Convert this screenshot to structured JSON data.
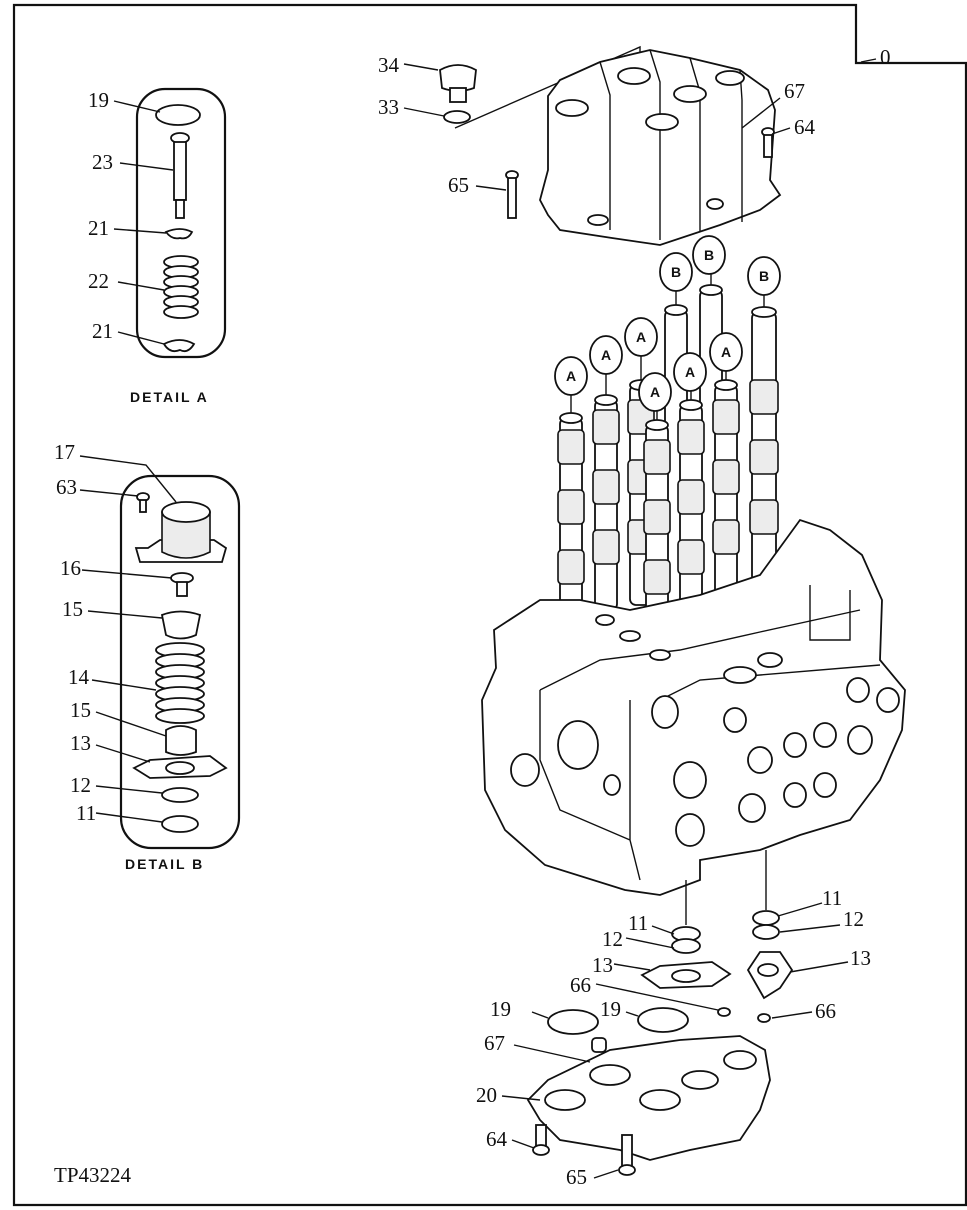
{
  "title_block": {
    "corner_label": "0"
  },
  "figure_number": "TP43224",
  "details": {
    "a": {
      "caption": "DETAIL A",
      "callouts": [
        "19",
        "23",
        "21",
        "22",
        "21"
      ]
    },
    "b": {
      "caption": "DETAIL B",
      "callouts": [
        "17",
        "63",
        "16",
        "15",
        "14",
        "15",
        "13",
        "12",
        "11"
      ]
    }
  },
  "main_callouts": {
    "c34": "34",
    "c33": "33",
    "c67_top": "67",
    "c64_top": "64",
    "c65_top": "65",
    "c11_mid": "11",
    "c12_mid": "12",
    "c11_right": "11",
    "c12_right": "12",
    "c13_mid": "13",
    "c13_right": "13",
    "c66_mid": "66",
    "c66_right": "66",
    "c19_left": "19",
    "c19_right": "19",
    "c67_bottom": "67",
    "c20": "20",
    "c64_bottom": "64",
    "c65_bottom": "65"
  },
  "spool_tags": [
    "A",
    "A",
    "A",
    "A",
    "A",
    "A",
    "B",
    "B",
    "B"
  ]
}
